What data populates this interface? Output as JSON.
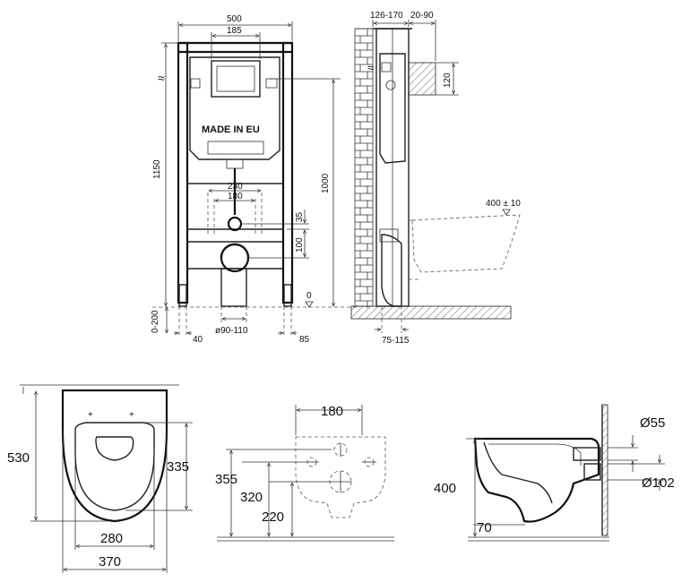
{
  "frame_view": {
    "width_total": "500",
    "width_inner": "185",
    "height_total": "1150",
    "height_flush": "1000",
    "made_in": "MADE IN EU",
    "stud_distance_outer": "230",
    "stud_distance_inner": "180",
    "dim_35": "35",
    "dim_100": "100",
    "foot_adjust": "0-200",
    "foot_offset": "40",
    "pipe_diameter": "ø90-110",
    "side_85": "85",
    "floor_zero": "0"
  },
  "side_view": {
    "wall_depth": "126-170",
    "depth_20_90": "20-90",
    "dim_120": "120",
    "bowl_height": "400 ± 10",
    "bottom_75_115": "75-115"
  },
  "bowl_top": {
    "length": "530",
    "seat_length": "335",
    "seat_width": "280",
    "width": "370"
  },
  "bowl_back": {
    "holes_spacing": "180",
    "dim_355": "355",
    "dim_320": "320",
    "dim_220": "220"
  },
  "bowl_side": {
    "height": "400",
    "inlet": "Ø55",
    "outlet": "Ø102",
    "bottom": "70"
  }
}
